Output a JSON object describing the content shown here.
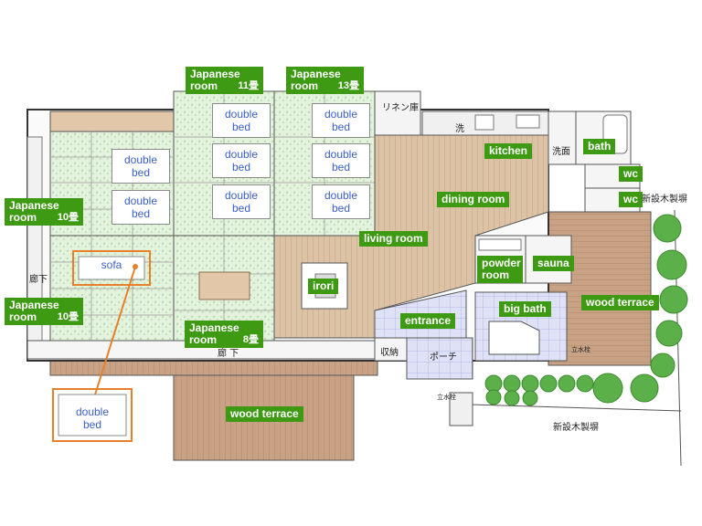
{
  "room_labels": {
    "jr_11": {
      "line1": "Japanese",
      "line2": "room",
      "tatami": "11畳"
    },
    "jr_13": {
      "line1": "Japanese",
      "line2": "room",
      "tatami": "13畳"
    },
    "jr_10a": {
      "line1": "Japanese",
      "line2": "room",
      "tatami": "10畳"
    },
    "jr_10b": {
      "line1": "Japanese",
      "line2": "room",
      "tatami": "10畳"
    },
    "jr_8": {
      "line1": "Japanese",
      "line2": "room",
      "tatami": "8畳"
    },
    "kitchen": "kitchen",
    "bath": "bath",
    "wc1": "wc",
    "wc2": "wc",
    "dining": "dining room",
    "living": "living room",
    "powder_line1": "powder",
    "powder_line2": "room",
    "sauna": "sauna",
    "irori": "irori",
    "entrance": "entrance",
    "big_bath": "big bath",
    "terrace_right": "wood terrace",
    "terrace_bottom": "wood terrace"
  },
  "furniture": {
    "double_bed_l1": "double",
    "double_bed_l2": "bed",
    "sofa": "sofa"
  },
  "jp_notes": {
    "linen": "リネン庫",
    "washroom": "洗面",
    "wash": "洗",
    "corridor_left": "廊下",
    "corridor_bottom": "廊 下",
    "storage": "収納",
    "porch": "ポーチ",
    "fence_right": "新設木製塀",
    "fence_bottom": "新設木製塀",
    "faucet_a": "立水栓",
    "faucet_b": "立水栓"
  },
  "colors": {
    "label_green": "#3d9a12",
    "tatami": "#e3f2dc",
    "wood_floor": "#dcc3a6",
    "terrace": "#c9a285",
    "tile_blue": "#d9dcf5",
    "highlight_orange": "#e8802a",
    "tree_green": "#5cb04a",
    "wall": "#333333"
  }
}
